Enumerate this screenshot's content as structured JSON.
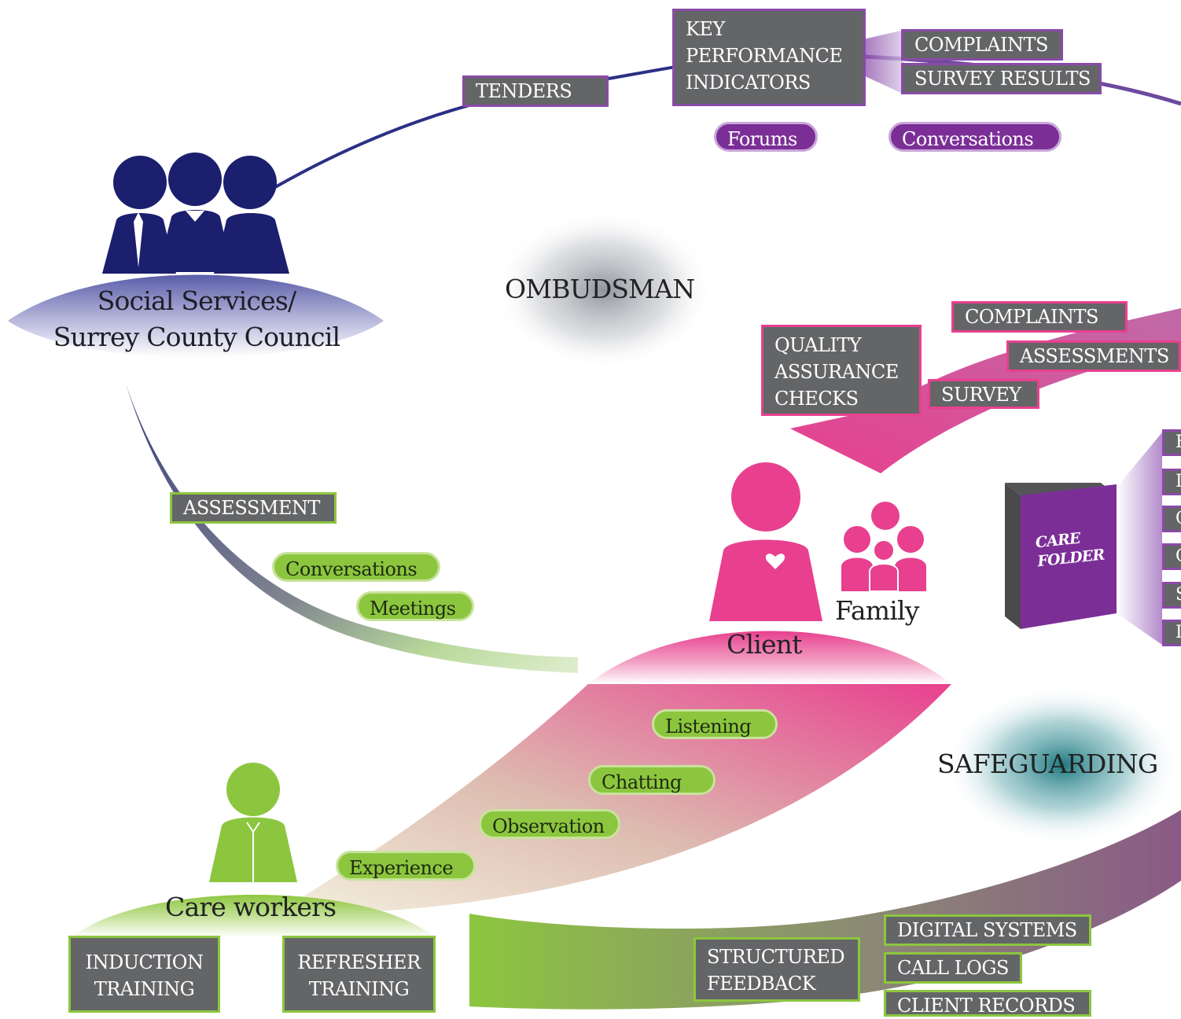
{
  "nodes": {
    "social_services": "Social Services/\nSurrey County Council",
    "client": "Client",
    "family": "Family",
    "care_workers": "Care workers",
    "ombudsman": "OMBUDSMAN",
    "safeguarding": "SAFEGUARDING",
    "care_folder": "CARE\nFOLDER"
  },
  "council_top": {
    "tenders": "TENDERS",
    "kpi": "KEY\nPERFORMANCE\nINDICATORS",
    "complaints": "COMPLAINTS",
    "survey_results": "SURVEY RESULTS",
    "forums": "Forums",
    "conversations": "Conversations"
  },
  "quality": {
    "checks": "QUALITY\nASSURANCE\nCHECKS",
    "complaints": "COMPLAINTS",
    "assessments": "ASSESSMENTS",
    "survey": "SURVEY"
  },
  "council_care": {
    "assessment": "ASSESSMENT",
    "conversations": "Conversations",
    "meetings": "Meetings"
  },
  "worker_client": {
    "listening": "Listening",
    "chatting": "Chatting",
    "observation": "Observation",
    "experience": "Experience"
  },
  "training": {
    "induction": "INDUCTION\nTRAINING",
    "refresher": "REFRESHER\nTRAINING"
  },
  "feedback": {
    "structured": "STRUCTURED\nFEEDBACK",
    "digital": "DIGITAL SYSTEMS",
    "calls": "CALL LOGS",
    "records": "CLIENT RECORDS"
  },
  "care_folder_rows": [
    "F",
    "I",
    "C",
    "C",
    "S",
    "I"
  ],
  "colors": {
    "council": "#1b1f6e",
    "client": "#e8408f",
    "worker": "#8cc63f",
    "purple": "#7b2f96",
    "box": "#646567",
    "safeguard": "#2f8a90"
  }
}
